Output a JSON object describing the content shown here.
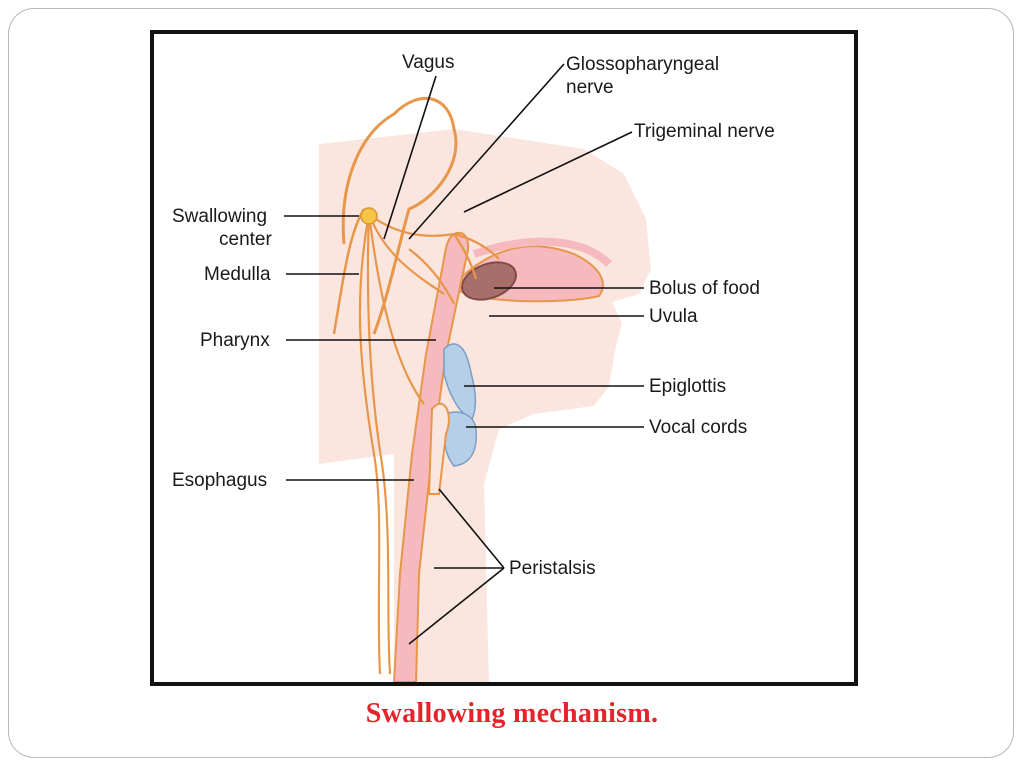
{
  "figure": {
    "labels": {
      "vagus": "Vagus",
      "glossopharyngeal_1": "Glossopharyngeal",
      "glossopharyngeal_2": "nerve",
      "trigeminal": "Trigeminal nerve",
      "swallowing_center_1": "Swallowing",
      "swallowing_center_2": "center",
      "medulla": "Medulla",
      "pharynx": "Pharynx",
      "esophagus": "Esophagus",
      "bolus": "Bolus of food",
      "uvula": "Uvula",
      "epiglottis": "Epiglottis",
      "vocal_cords": "Vocal cords",
      "peristalsis": "Peristalsis"
    },
    "colors": {
      "skin": "#fbe6df",
      "nerve": "#e8964a",
      "tract": "#f6b9bd",
      "bolus": "#a86e6a",
      "cartilage": "#b5cfe8",
      "swallowing_center_dot": "#f7c545",
      "leader_line": "#111111"
    }
  },
  "caption": "Swallowing mechanism.",
  "accent_color": "#e3242b"
}
